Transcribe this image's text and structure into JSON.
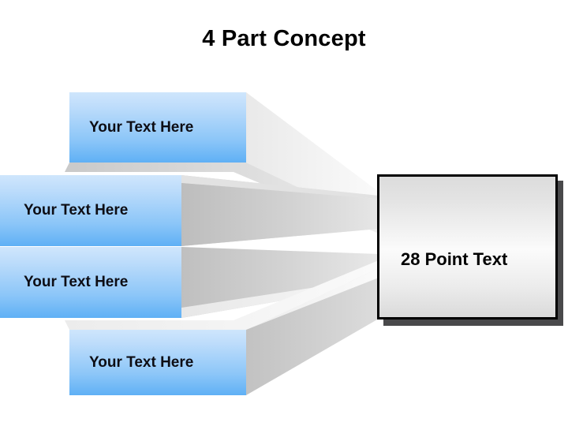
{
  "slide": {
    "title": "4 Part Concept",
    "background_color": "#ffffff"
  },
  "concept_boxes": [
    {
      "label": "Your Text Here"
    },
    {
      "label": "Your Text Here"
    },
    {
      "label": "Your Text Here"
    },
    {
      "label": "Your Text Here"
    }
  ],
  "target": {
    "label": "28 Point Text",
    "border_color": "#000000",
    "shadow_color": "#49494b"
  },
  "colors": {
    "box_gradient_top": "#cfe6fc",
    "box_gradient_bottom": "#5fb0f5",
    "extrusion_light": "#f0f0f0",
    "extrusion_mid": "#d6d6d6",
    "extrusion_dark": "#b9b9b9",
    "text_color": "#0d0d14",
    "title_color": "#000000"
  }
}
